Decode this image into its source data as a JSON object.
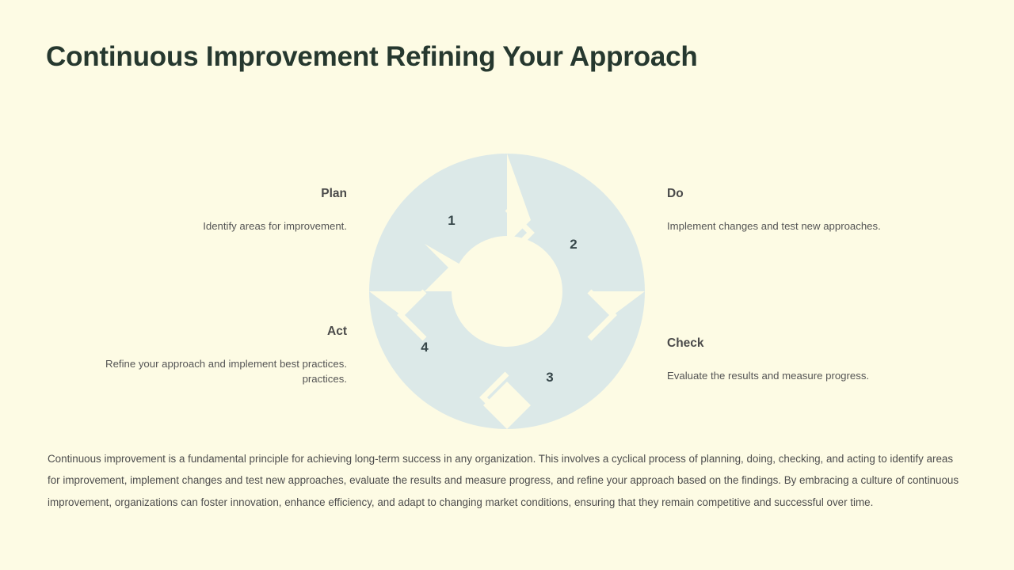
{
  "page": {
    "title": "Continuous Improvement Refining Your Approach",
    "background_color": "#fdfbe4",
    "title_color": "#26382f"
  },
  "diagram": {
    "type": "pdca-cycle-donut",
    "segment_fill": "#dce9e8",
    "gap_color": "#fdfbe4",
    "numbers": [
      "1",
      "2",
      "3",
      "4"
    ],
    "segments": [
      {
        "number": "1",
        "title": "Plan",
        "description": "Identify areas for improvement.",
        "position": "top-left"
      },
      {
        "number": "2",
        "title": "Do",
        "description": "Implement changes and test new approaches.",
        "position": "top-right"
      },
      {
        "number": "3",
        "title": "Check",
        "description": "Evaluate the results and measure progress.",
        "position": "bottom-right"
      },
      {
        "number": "4",
        "title": "Act",
        "description": "Refine your approach and implement best practices.",
        "description_overflow": "practices.",
        "position": "bottom-left"
      }
    ]
  },
  "summary": {
    "text": "Continuous improvement is a fundamental principle for achieving long-term success in any organization. This involves a cyclical process of planning, doing, checking, and acting to identify areas for improvement, implement changes and test new approaches, evaluate the results and measure progress, and refine your approach based on the findings. By embracing a culture of continuous improvement, organizations can foster innovation, enhance efficiency, and adapt to changing market conditions, ensuring that they remain competitive and successful over time."
  }
}
